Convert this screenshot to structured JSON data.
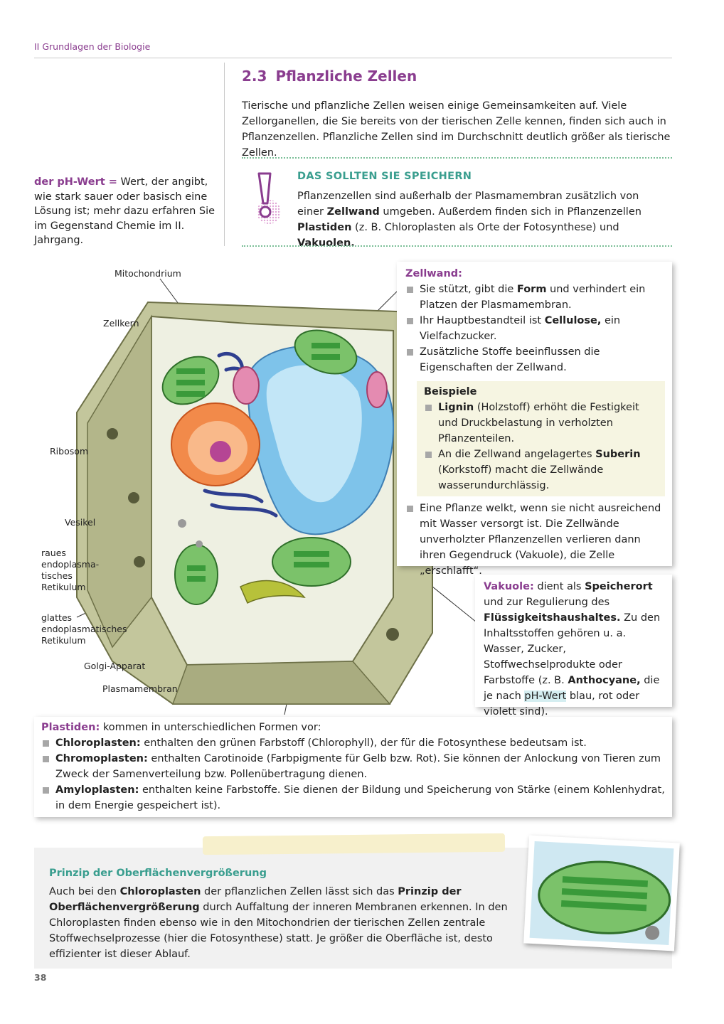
{
  "header": {
    "running_head": "II  Grundlagen der Biologie",
    "page_number": "38"
  },
  "section": {
    "number": "2.3",
    "title": "Pflanzliche Zellen",
    "intro": "Tierische und pflanzliche Zellen weisen einige Gemeinsamkeiten auf. Viele Zellorganellen, die Sie bereits von der tierischen Zelle kennen, finden sich auch in Pflanzenzellen. Pflanzliche Zellen sind im Durchschnitt deutlich größer als tierische Zellen."
  },
  "merksatz": {
    "title": "DAS SOLLTEN SIE SPEICHERN",
    "t1": "Pflanzenzellen sind außerhalb der Plasmamembran zusätzlich von einer ",
    "b1": "Zellwand",
    "t2": " umgeben. Außerdem finden sich in Pflanzenzellen ",
    "b2": "Plastiden",
    "t3": " (z. B. Chloroplasten als Orte der Fotosynthese) und ",
    "b3": "Vakuolen."
  },
  "margin_note": {
    "term": "der pH-Wert =",
    "text": " Wert, der angibt, wie stark sauer oder basisch eine Lösung ist; mehr dazu erfahren Sie im Gegenstand Chemie im II. Jahrgang."
  },
  "diagram_labels": {
    "mitochondrium": "Mitochondrium",
    "zellkern": "Zellkern",
    "ribosom": "Ribosom",
    "vesikel": "Vesikel",
    "raues_er": "raues endoplasma-tisches Retikulum",
    "glattes_er": "glattes endoplasmatisches Retikulum",
    "golgi": "Golgi-Apparat",
    "plasmamembran": "Plasmamembran"
  },
  "zellwand": {
    "title": "Zellwand:",
    "b1_t1": "Sie stützt, gibt die ",
    "b1_b": "Form",
    "b1_t2": " und verhindert ein Platzen der Plasmamembran.",
    "b2_t1": "Ihr Hauptbestandteil ist ",
    "b2_b": "Cellulose,",
    "b2_t2": " ein Vielfachzucker.",
    "b3": "Zusätzliche Stoffe beeinflussen die Eigenschaften der Zellwand.",
    "beispiele_title": "Beispiele",
    "e1_b": "Lignin",
    "e1_t": " (Holzstoff) erhöht die Festigkeit und Druckbelastung in verholzten Pflanzenteilen.",
    "e2_t1": "An die Zellwand angelagertes ",
    "e2_b": "Suberin",
    "e2_t2": " (Korkstoff) macht die Zellwände wasserundurchlässig.",
    "b4": "Eine Pflanze welkt, wenn sie nicht ausreichend mit Wasser versorgt ist. Die Zellwände unverholzter Pflanzenzellen verlieren dann ihren Gegendruck (Vakuole), die Zelle „erschlafft“."
  },
  "vakuole": {
    "title": "Vakuole:",
    "t1": " dient als ",
    "b1": "Speicherort",
    "t2": " und zur Regulierung des ",
    "b2": "Flüssigkeitshaushaltes.",
    "t3": " Zu den Inhaltsstoffen gehören u. a. Wasser, Zucker, Stoffwechselprodukte oder Farbstoffe (z. B. ",
    "b3": "Anthocyane,",
    "t4": " die je nach ",
    "ph": "pH-Wert",
    "t5": " blau, rot oder violett sind)."
  },
  "plastiden": {
    "title": "Plastiden:",
    "intro": " kommen in unterschiedlichen Formen vor:",
    "i1_b": "Chloroplasten:",
    "i1_t": " enthalten den grünen Farbstoff (Chlorophyll), der für die Fotosynthese bedeutsam ist.",
    "i2_b": "Chromoplasten:",
    "i2_t": " enthalten Carotinoide (Farbpigmente für Gelb bzw. Rot). Sie können der Anlockung von Tieren zum Zweck der Samenverteilung bzw. Pollenübertragung dienen.",
    "i3_b": "Amyloplasten:",
    "i3_t": " enthalten keine Farbstoffe. Sie dienen der Bildung und Speicherung von Stärke (einem Kohlenhydrat, in dem Energie gespeichert ist)."
  },
  "prinzip": {
    "title": "Prinzip der Oberflächenvergrößerung",
    "t1": "Auch bei den ",
    "b1": "Chloroplasten",
    "t2": " der pflanzlichen Zellen lässt sich das ",
    "b2": "Prinzip der Oberflächenvergrößerung",
    "t3": " durch Auffaltung der inneren Membranen erkennen. In den Chloroplasten finden ebenso wie in den Mitochondrien der tierischen Zellen zentrale Stoffwechselprozesse (hier die Fotosynthese) statt. Je größer die Oberfläche ist, desto effizienter ist dieser Ablauf."
  },
  "colors": {
    "accent": "#8a3d8f",
    "teal": "#3a9e8f",
    "cell_wall": "#c3c69c",
    "vacuole": "#7ec3ea"
  }
}
